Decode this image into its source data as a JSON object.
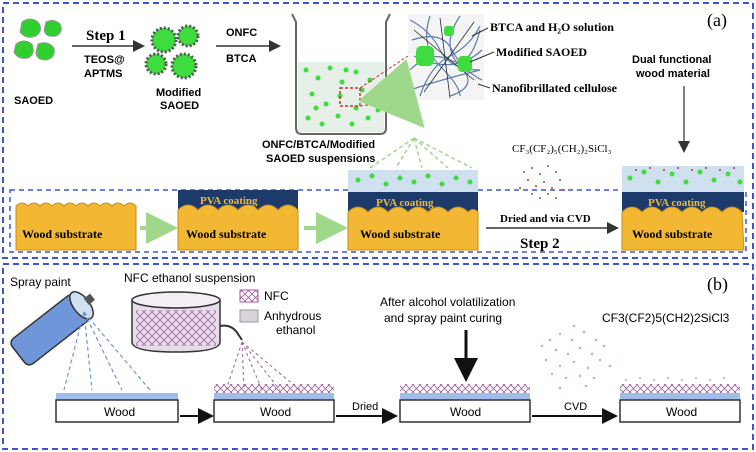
{
  "panel_a": {
    "label": "(a)",
    "saoed": "SAOED",
    "step1": "Step 1",
    "teos_line1": "TEOS@",
    "teos_line2": "APTMS",
    "modified_line1": "Modified",
    "modified_line2": "SAOED",
    "onfc": "ONFC",
    "btca": "BTCA",
    "legend_btca": "BTCA and H₂O solution",
    "legend_modified": "Modified SAOED",
    "legend_nfc": "Nanofibrillated cellulose",
    "suspension_line1": "ONFC/BTCA/Modified",
    "suspension_line2": "SAOED suspensions",
    "dual_line1": "Dual functional",
    "dual_line2": "wood material",
    "cvd_formula": "CF₃(CF₂)₅(CH₂)₂SiCl₃",
    "wood_substrate": "Wood substrate",
    "pva_coating": "PVA coating",
    "dried_cvd": "Dried and via CVD",
    "step2": "Step 2"
  },
  "panel_b": {
    "label": "(b)",
    "spray_paint": "Spray paint",
    "nfc_suspension": "NFC ethanol suspension",
    "legend_nfc": "NFC",
    "legend_ethanol_line1": "Anhydrous",
    "legend_ethanol_line2": "ethanol",
    "after_line1": "After alcohol volatilization",
    "after_line2": "and spray paint curing",
    "cvd_formula": "CF3(CF2)5(CH2)2SiCl3",
    "wood": "Wood",
    "dried": "Dried",
    "cvd": "CVD"
  },
  "colors": {
    "panel_border": "#3a55d6",
    "wood": "#f2b833",
    "pva": "#1c3a6a",
    "green_particle": "#3fdc3f",
    "arrow_green": "#9fd88a",
    "nfc_mesh": "#a86aa6",
    "paint_blue": "#6f96d8"
  }
}
